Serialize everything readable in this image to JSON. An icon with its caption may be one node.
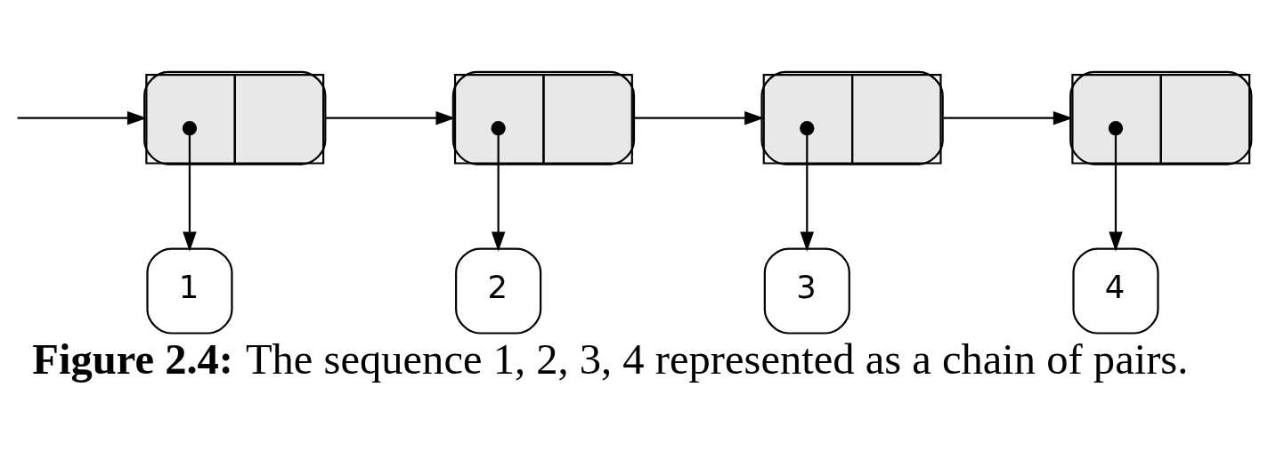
{
  "diagram": {
    "caption": "**Figure 2.4:** The sequence 1, 2, 3, 4 represented as a chain of pairs.",
    "nodes": [
      {
        "text": [],
        "shape": "box"
      },
      {
        "text": [],
        "shape": "box"
      },
      {
        "text": [],
        "shape": "box"
      },
      {
        "text": [],
        "shape": "box"
      },
      {
        "text": [
          "1"
        ]
      },
      {
        "text": [
          "2"
        ]
      },
      {
        "text": [
          "3"
        ]
      },
      {
        "text": [
          "4"
        ]
      }
    ],
    "edges": [
      {
        "from": null,
        "to": 0,
        "arrow": "to"
      },
      {
        "from": 0,
        "to": 4,
        "arrow": "to"
      },
      {
        "from": 0,
        "to": 1,
        "arrow": "to"
      },
      {
        "from": 1,
        "to": 5,
        "arrow": "to"
      },
      {
        "from": 1,
        "to": 2,
        "arrow": "to"
      },
      {
        "from": 2,
        "to": 6,
        "arrow": "to"
      },
      {
        "from": 2,
        "to": 3,
        "arrow": "to"
      },
      {
        "from": 3,
        "to": 7,
        "arrow": "to"
      }
    ]
  }
}
